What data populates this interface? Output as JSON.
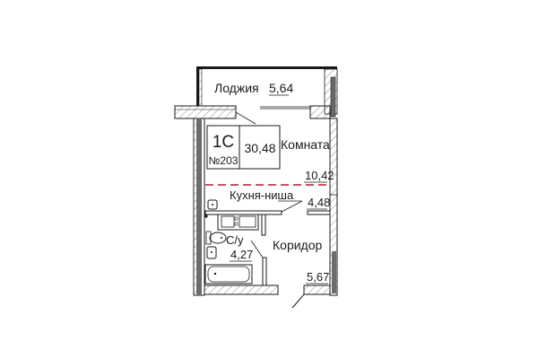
{
  "plan": {
    "apartment_type": "1С",
    "apartment_number": "№203",
    "total_area": "30,48",
    "rooms": [
      {
        "name": "Лоджия",
        "area": "5,64"
      },
      {
        "name": "Комната",
        "area": "10,42"
      },
      {
        "name": "Кухня-ниша",
        "area": "4,48"
      },
      {
        "name": "С/у",
        "area": "4,27"
      },
      {
        "name": "Коридор",
        "area": "5,67"
      }
    ]
  },
  "colors": {
    "wall_line": "#1a1a1a",
    "wall_fill_dark": "#6b6b6b",
    "divider_dashed": "#c8102e",
    "background": "#ffffff"
  }
}
